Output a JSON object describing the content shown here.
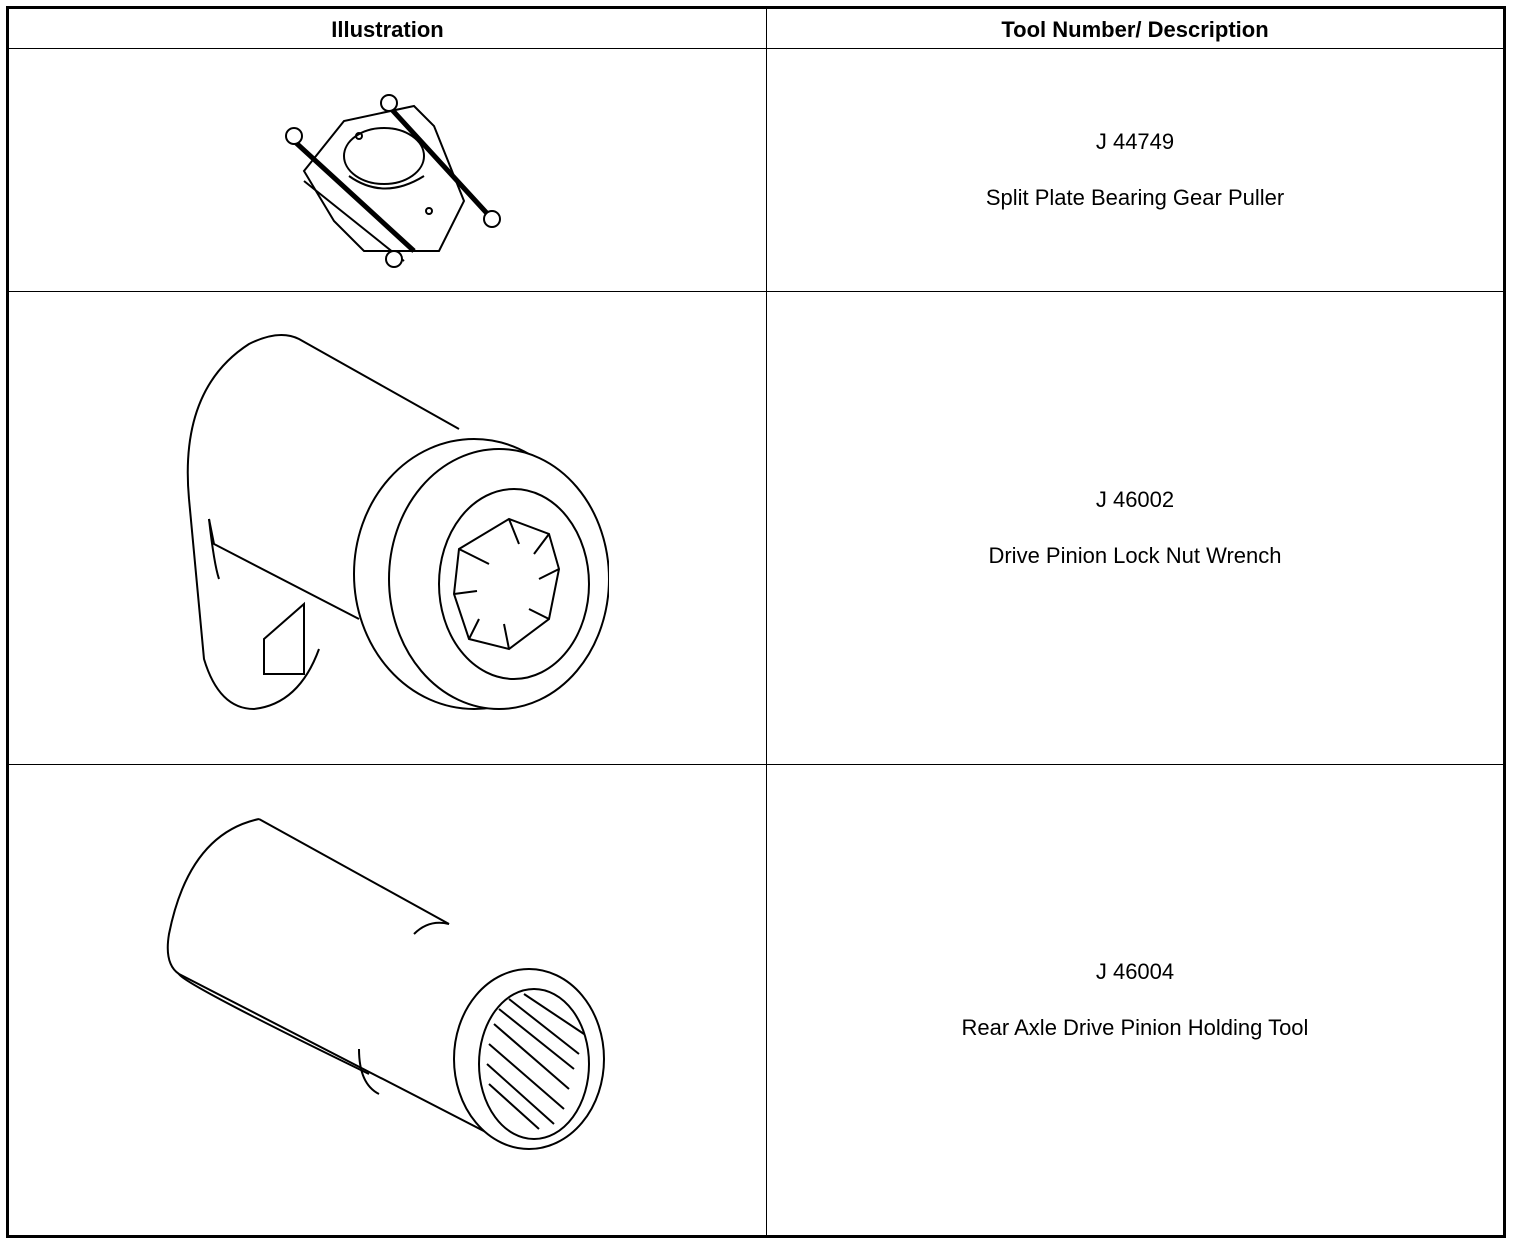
{
  "table": {
    "headers": {
      "illustration": "Illustration",
      "description": "Tool Number/ Description"
    },
    "rows": [
      {
        "tool_number": "J 44749",
        "description": "Split Plate Bearing Gear Puller",
        "illustration_icon": "split-plate-puller-icon"
      },
      {
        "tool_number": "J 46002",
        "description": "Drive Pinion Lock Nut Wrench",
        "illustration_icon": "lock-nut-wrench-icon"
      },
      {
        "tool_number": "J 46004",
        "description": "Rear Axle Drive Pinion Holding Tool",
        "illustration_icon": "pinion-holding-tool-icon"
      }
    ]
  }
}
